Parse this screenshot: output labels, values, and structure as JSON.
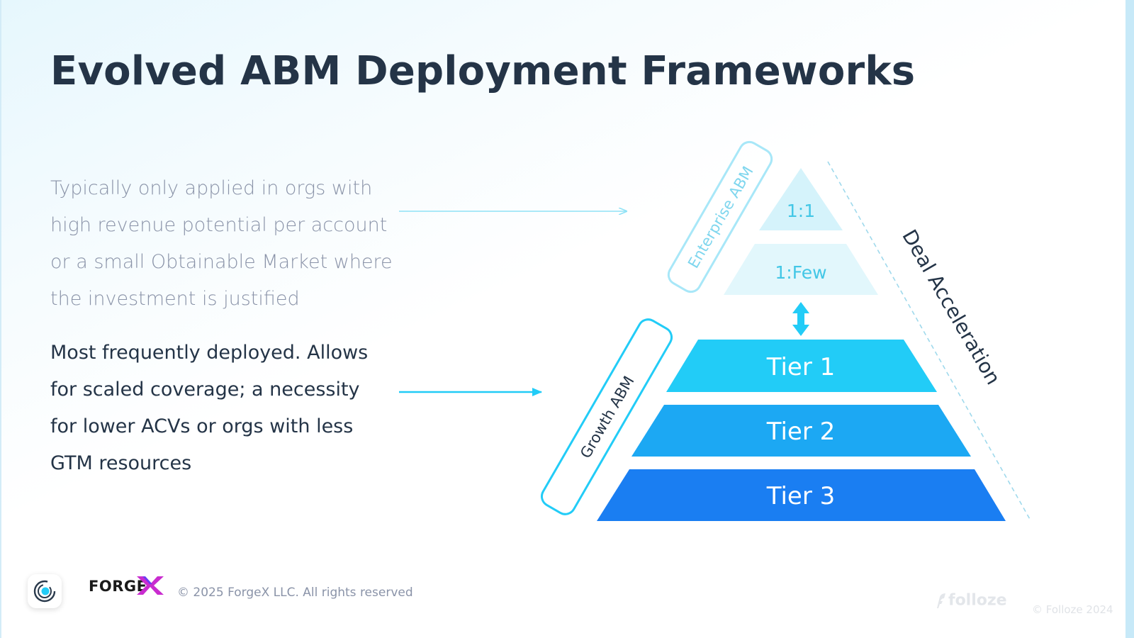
{
  "title": "Evolved ABM Deployment Frameworks",
  "enterprise_description": [
    "Typically only applied in orgs with",
    "high revenue potential per account",
    "or a small Obtainable Market where",
    "the investment is justified"
  ],
  "growth_description": [
    "Most frequently deployed. Allows",
    "for scaled coverage; a necessity",
    "for lower ACVs or orgs with less",
    "GTM resources"
  ],
  "pyramid": {
    "enterprise_label": "Enterprise ABM",
    "growth_label": "Growth ABM",
    "axis_label": "Deal Acceleration",
    "levels": [
      {
        "label": "1:1",
        "color": "#d5f3fb",
        "text_color": "#43c7e6"
      },
      {
        "label": "1:Few",
        "color": "#e2f7fc",
        "text_color": "#43c7e6"
      },
      {
        "label": "Tier 1",
        "color": "#22ccf7",
        "text_color": "#ffffff"
      },
      {
        "label": "Tier 2",
        "color": "#1ca8f3",
        "text_color": "#ffffff"
      },
      {
        "label": "Tier 3",
        "color": "#1a7ef2",
        "text_color": "#ffffff"
      }
    ]
  },
  "footer": {
    "brand": "FORGE",
    "copyright": "© 2025 ForgeX LLC. All rights reserved",
    "partner": "folloze",
    "partner_copyright": "© Folloze 2024"
  },
  "colors": {
    "title": "#243447",
    "muted_text": "#8a93a8",
    "accent_cyan": "#22ccf7",
    "light_cyan": "#8fe2f6"
  }
}
